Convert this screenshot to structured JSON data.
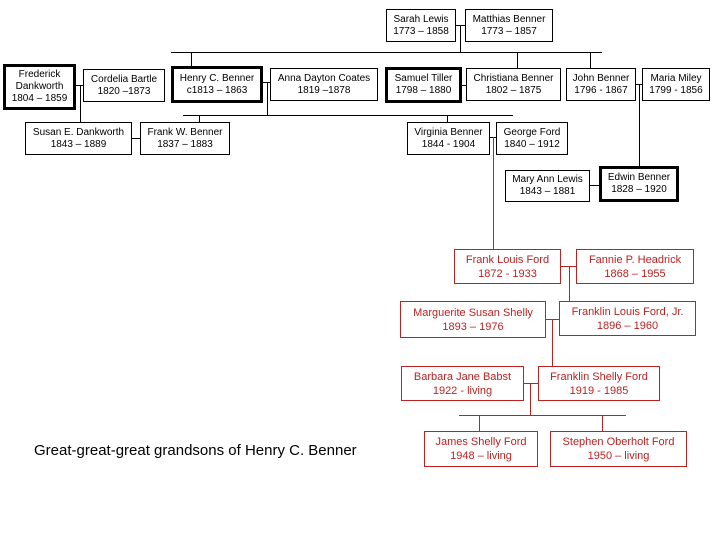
{
  "title": "Great-great-great grandsons of Henry C. Benner",
  "people": {
    "sarah": {
      "name": "Sarah Lewis",
      "dates": "1773 – 1858"
    },
    "matthias": {
      "name": "Matthias Benner",
      "dates": "1773 – 1857"
    },
    "frederick": {
      "name": "Frederick Dankworth",
      "dates": "1804 – 1859"
    },
    "cordelia": {
      "name": "Cordelia Bartle",
      "dates": "1820 –1873"
    },
    "henry": {
      "name": "Henry C. Benner",
      "dates": "c1813 – 1863"
    },
    "anna": {
      "name": "Anna Dayton Coates",
      "dates": "1819 –1878"
    },
    "samuel": {
      "name": "Samuel Tiller",
      "dates": "1798 – 1880"
    },
    "christiana": {
      "name": "Christiana Benner",
      "dates": "1802 – 1875"
    },
    "john": {
      "name": "John Benner",
      "dates": "1796 - 1867"
    },
    "maria": {
      "name": "Maria Miley",
      "dates": "1799 - 1856"
    },
    "susan": {
      "name": "Susan E. Dankworth",
      "dates": "1843 – 1889"
    },
    "frankw": {
      "name": "Frank W. Benner",
      "dates": "1837 – 1883"
    },
    "virginia": {
      "name": "Virginia Benner",
      "dates": "1844 - 1904"
    },
    "george": {
      "name": "George Ford",
      "dates": "1840 – 1912"
    },
    "maryann": {
      "name": "Mary Ann Lewis",
      "dates": "1843 – 1881"
    },
    "edwin": {
      "name": "Edwin Benner",
      "dates": "1828 – 1920"
    },
    "franklouis": {
      "name": "Frank Louis Ford",
      "dates": "1872 - 1933"
    },
    "fannie": {
      "name": "Fannie P. Headrick",
      "dates": "1868 – 1955"
    },
    "marguerite": {
      "name": "Marguerite Susan Shelly",
      "dates": "1893 – 1976"
    },
    "franklinjr": {
      "name": "Franklin Louis Ford, Jr.",
      "dates": "1896 – 1960"
    },
    "barbara": {
      "name": "Barbara Jane Babst",
      "dates": "1922 - living"
    },
    "franklinshelly": {
      "name": "Franklin Shelly Ford",
      "dates": "1919 - 1985"
    },
    "james": {
      "name": "James Shelly Ford",
      "dates": "1948 – living"
    },
    "stephen": {
      "name": "Stephen Oberholt Ford",
      "dates": "1950 – living"
    }
  }
}
